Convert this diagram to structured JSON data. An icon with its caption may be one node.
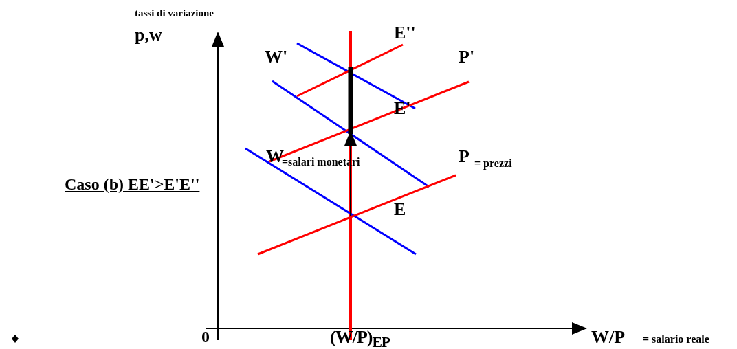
{
  "diagram": {
    "labels": [
      "tassi di variazione",
      "p,w",
      "E''",
      "W'",
      "P'",
      "E'",
      "W",
      "=salari monetari",
      "P",
      "= prezzi",
      "Caso (b) EE'>E'E''",
      "E",
      "0",
      "(W/P)$_{EP}$",
      "W/P",
      "= salario reale"
    ]
  }
}
